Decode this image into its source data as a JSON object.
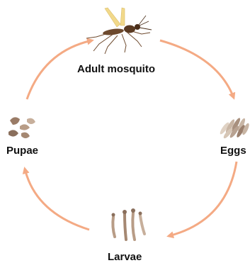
{
  "diagram": {
    "stages": {
      "adult": {
        "label": "Adult mosquito",
        "icon": "mosquito-icon"
      },
      "eggs": {
        "label": "Eggs",
        "icon": "eggs-icon"
      },
      "larvae": {
        "label": "Larvae",
        "icon": "larvae-icon"
      },
      "pupae": {
        "label": "Pupae",
        "icon": "pupae-icon"
      }
    },
    "colors": {
      "arrow": "#f4aa84",
      "text": "#111111",
      "mosquito_body": "#6e4a2e",
      "mosquito_wing": "#f2d98a",
      "egg": "#c8b5a4",
      "larva": "#b89c86",
      "pupa": "#9a7b66"
    }
  }
}
